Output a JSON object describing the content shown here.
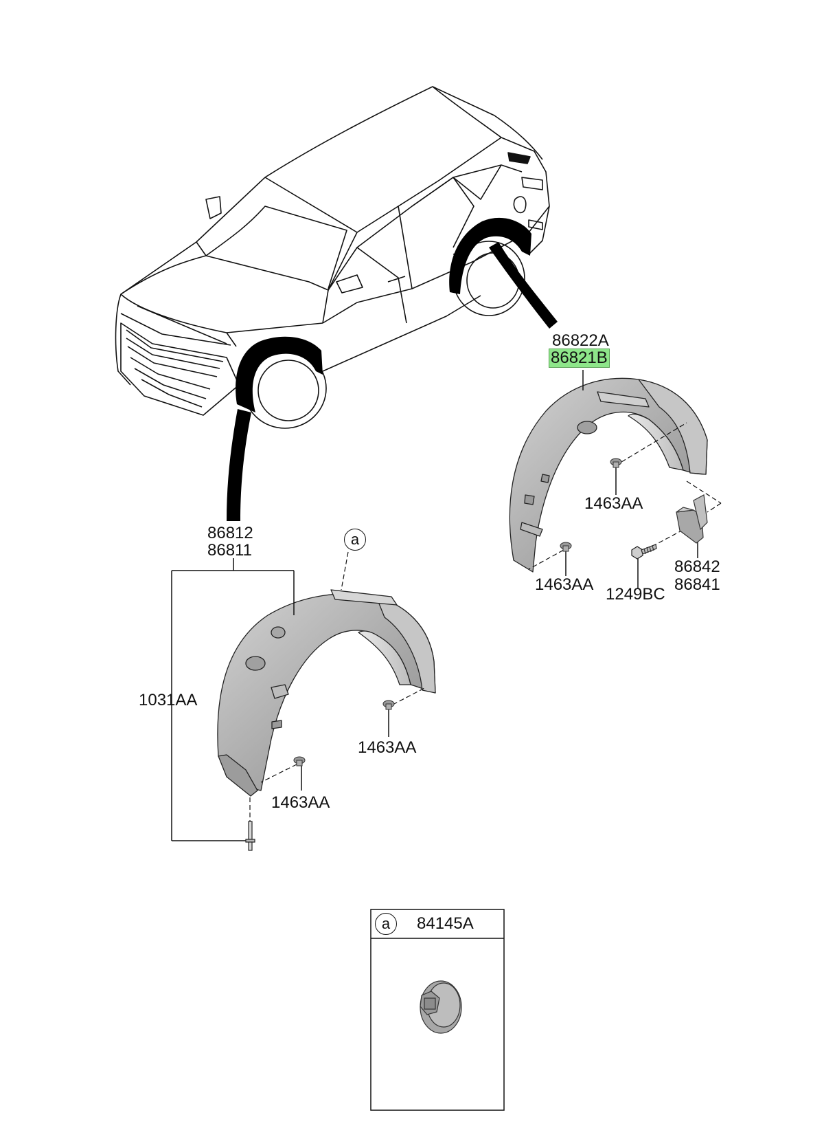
{
  "rear_liner": {
    "part_a": "86822A",
    "part_b": "86821B",
    "highlight_color": "#8ee68a"
  },
  "front_liner": {
    "part_right": "86812",
    "part_left": "86811",
    "bolt": "1031AA"
  },
  "fasteners": {
    "clip_rear_upper": "1463AA",
    "clip_rear_lower": "1463AA",
    "clip_front_right": "1463AA",
    "clip_front_lower": "1463AA",
    "screw": "1249BC",
    "mudguard_right": "86842",
    "mudguard_left": "86841"
  },
  "detail": {
    "marker": "a",
    "part": "84145A"
  },
  "colors": {
    "line": "#111111",
    "part_fill": "#b4b4b4",
    "part_dark": "#8f8f8f",
    "part_light": "#dcdcdc",
    "callout_fill": "#000000"
  }
}
